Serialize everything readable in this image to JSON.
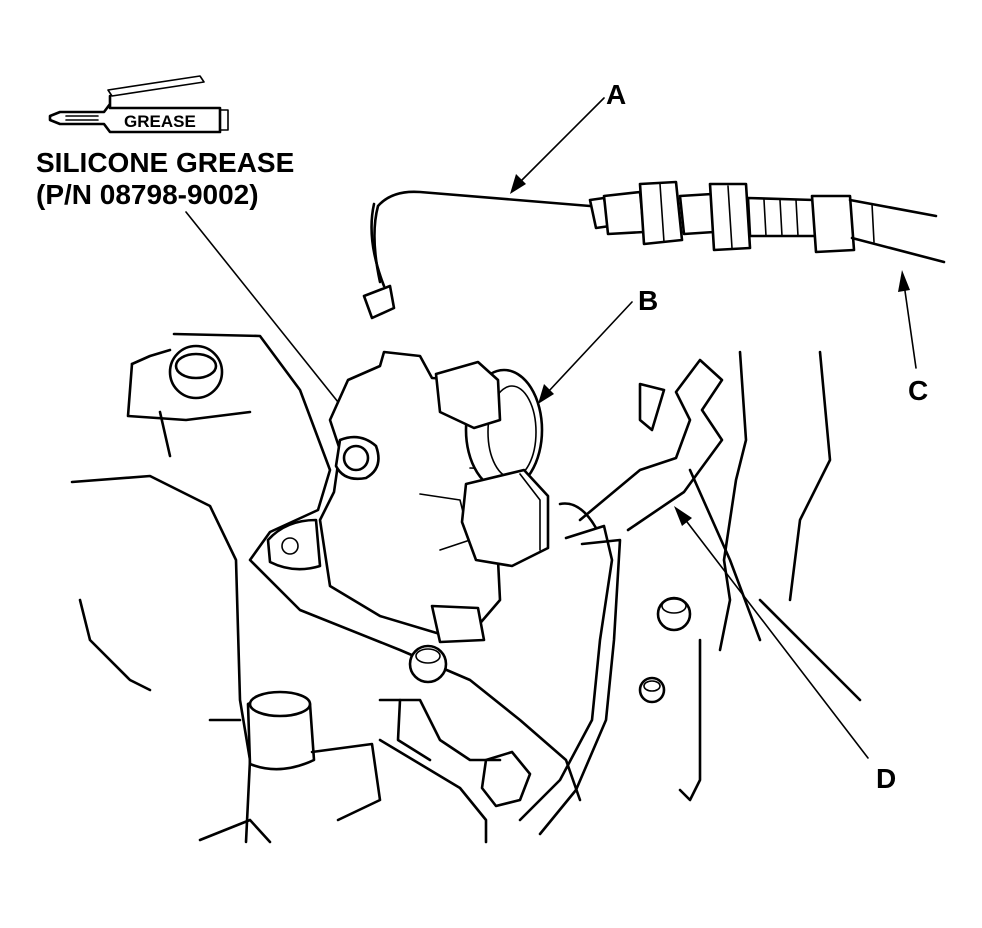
{
  "grease_badge": "GREASE",
  "grease_name": "SILICONE GREASE",
  "grease_part_number": "(P/N 08798-9002)",
  "callouts": {
    "a": "A",
    "b": "B",
    "c": "C",
    "d": "D"
  }
}
